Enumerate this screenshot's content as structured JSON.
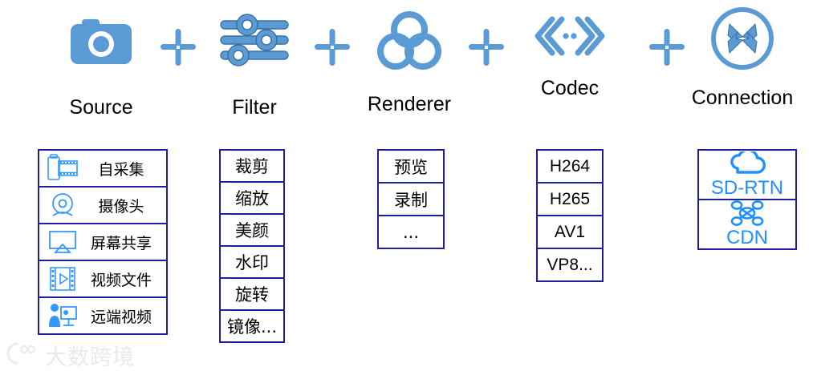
{
  "diagram": {
    "title_row": {
      "stages": [
        {
          "id": "source",
          "label": "Source",
          "icon": "camera-icon"
        },
        {
          "id": "filter",
          "label": "Filter",
          "icon": "sliders-icon"
        },
        {
          "id": "renderer",
          "label": "Renderer",
          "icon": "three-circles-icon"
        },
        {
          "id": "codec",
          "label": "Codec",
          "icon": "code-brackets-icon"
        },
        {
          "id": "connection",
          "label": "Connection",
          "icon": "expand-arrows-circle-icon"
        }
      ],
      "separator_icon": "plus-icon",
      "separator_count": 4
    },
    "columns": [
      {
        "id": "source",
        "items": [
          {
            "label": "自采集",
            "icon": "film-roll-icon"
          },
          {
            "label": "摄像头",
            "icon": "webcam-icon"
          },
          {
            "label": "屏幕共享",
            "icon": "screen-share-icon"
          },
          {
            "label": "视频文件",
            "icon": "video-file-icon"
          },
          {
            "label": "远端视频",
            "icon": "remote-video-icon"
          }
        ]
      },
      {
        "id": "filter",
        "items": [
          {
            "label": "裁剪"
          },
          {
            "label": "缩放"
          },
          {
            "label": "美颜"
          },
          {
            "label": "水印"
          },
          {
            "label": "旋转"
          },
          {
            "label": "镜像..."
          }
        ]
      },
      {
        "id": "renderer",
        "items": [
          {
            "label": "预览"
          },
          {
            "label": "录制"
          },
          {
            "label": "..."
          }
        ]
      },
      {
        "id": "codec",
        "items": [
          {
            "label": "H264"
          },
          {
            "label": "H265"
          },
          {
            "label": "AV1"
          },
          {
            "label": "VP8..."
          }
        ]
      },
      {
        "id": "connection",
        "items": [
          {
            "label": "SD-RTN",
            "icon": "cloud-icon"
          },
          {
            "label": "CDN",
            "icon": "network-nodes-icon"
          }
        ]
      }
    ]
  },
  "watermark": {
    "text": "大数跨境",
    "logo_icon": "brand-logo-icon"
  },
  "colors": {
    "icon_blue": "#5b9bd5",
    "box_border": "#1f1f9c",
    "accent_blue": "#1e90ff",
    "light_blue": "#3399ff",
    "label_black": "#000000",
    "background": "#ffffff"
  }
}
